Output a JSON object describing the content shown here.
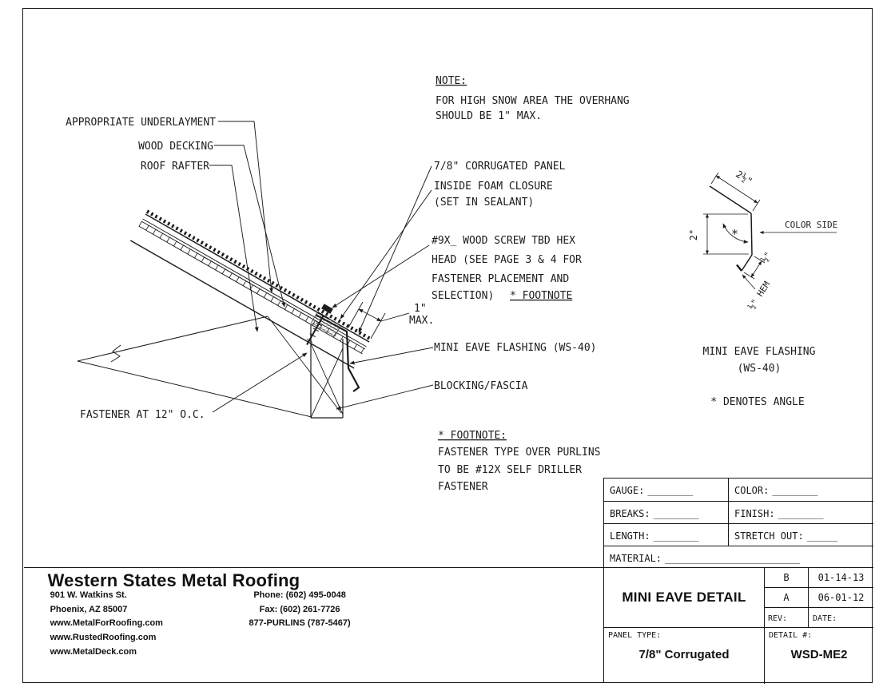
{
  "sheet": {
    "note": {
      "heading": "NOTE:",
      "line1": "FOR HIGH SNOW AREA THE OVERHANG",
      "line2": "SHOULD BE 1\" MAX."
    },
    "labels": {
      "underlayment": "APPROPRIATE UNDERLAYMENT",
      "wood_decking": "WOOD DECKING",
      "roof_rafter": "ROOF RAFTER",
      "corrugated_panel": "7/8\" CORRUGATED PANEL",
      "foam_closure_line1": "INSIDE FOAM CLOSURE",
      "foam_closure_line2": "(SET IN SEALANT)",
      "screw_line1": "#9X_ WOOD SCREW TBD HEX",
      "screw_line2": "HEAD (SEE PAGE 3 & 4 FOR",
      "screw_line3": "FASTENER PLACEMENT AND",
      "screw_line4": "SELECTION)",
      "screw_footnote_ref": "* FOOTNOTE",
      "mini_eave_flashing": "MINI EAVE FLASHING (WS-40)",
      "blocking_fascia": "BLOCKING/FASCIA",
      "fastener_oc": "FASTENER AT 12\" O.C.",
      "dim_one_inch": "1\"",
      "dim_max": "MAX."
    },
    "footnote": {
      "heading": "* FOOTNOTE:",
      "line1": "FASTENER TYPE OVER PURLINS",
      "line2": "TO BE #12X SELF DRILLER",
      "line3": "FASTENER"
    },
    "profile": {
      "dim_top": "2½\"",
      "dim_height": "2\"",
      "dim_kick": "½\"",
      "dim_hem": "½\" HEM",
      "color_side": "COLOR SIDE",
      "angle_mark": "*",
      "caption_line1": "MINI EAVE FLASHING",
      "caption_line2": "(WS-40)",
      "denotes_angle": "* DENOTES ANGLE"
    }
  },
  "title_block": {
    "fields": {
      "gauge": {
        "label": "GAUGE:",
        "blank": "_________"
      },
      "color": {
        "label": "COLOR:",
        "blank": "_________"
      },
      "breaks": {
        "label": "BREAKS:",
        "blank": "_________"
      },
      "finish": {
        "label": "FINISH:",
        "blank": "_________"
      },
      "length": {
        "label": "LENGTH:",
        "blank": "_________"
      },
      "stretch_out": {
        "label": "STRETCH OUT:",
        "blank": "______"
      },
      "material": {
        "label": "MATERIAL:",
        "blank": "___________________________"
      }
    },
    "detail_title": "MINI EAVE DETAIL",
    "revisions": [
      {
        "rev": "B",
        "date": "01-14-13"
      },
      {
        "rev": "A",
        "date": "06-01-12"
      }
    ],
    "rev_label": "REV:",
    "date_label": "DATE:",
    "panel_type_label": "PANEL TYPE:",
    "panel_type_value": "7/8\" Corrugated",
    "detail_number_label": "DETAIL #:",
    "detail_number_value": "WSD-ME2"
  },
  "company": {
    "name": "Western States Metal Roofing",
    "address_line1": "901 W. Watkins St.",
    "address_line2": "Phoenix, AZ 85007",
    "phone": "Phone: (602) 495-0048",
    "fax": "Fax: (602) 261-7726",
    "tollfree": "877-PURLINS (787-5467)",
    "website1": "www.MetalForRoofing.com",
    "website2": "www.RustedRoofing.com",
    "website3": "www.MetalDeck.com"
  }
}
